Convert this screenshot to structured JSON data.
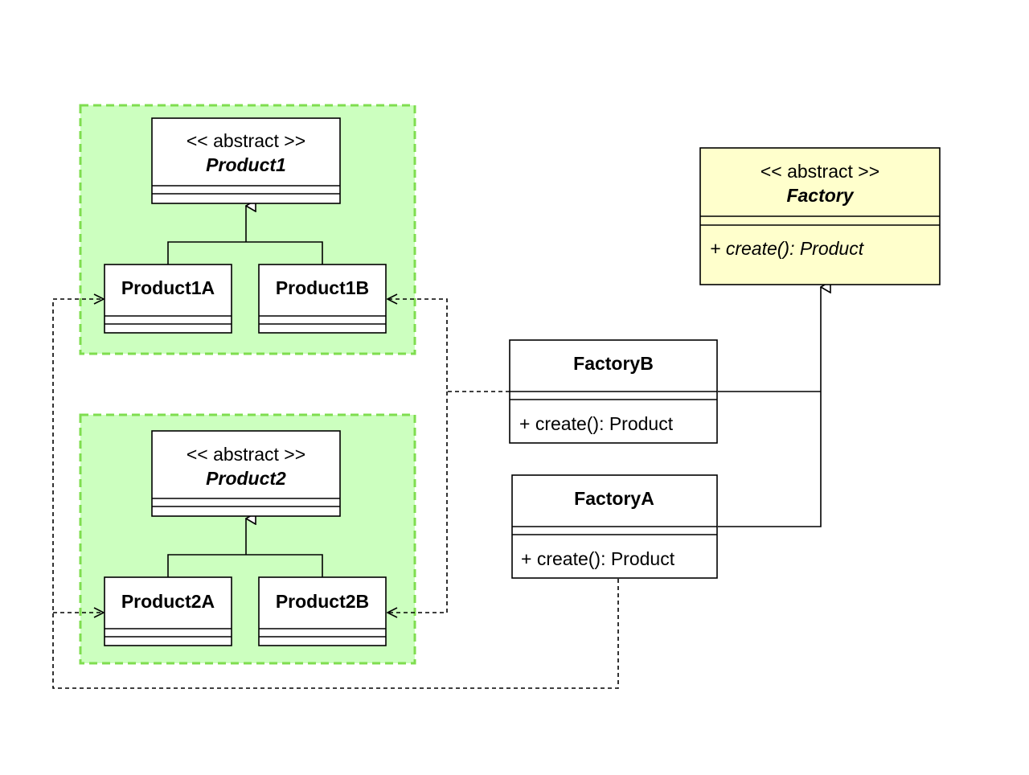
{
  "colors": {
    "group_fill": "#ccffbf",
    "group_stroke": "#7fdd4f",
    "abstract_factory_fill": "#ffffcc",
    "class_fill": "#ffffff",
    "stroke": "#000000"
  },
  "groups": [
    {
      "id": "product1-family"
    },
    {
      "id": "product2-family"
    }
  ],
  "classes": {
    "product1": {
      "stereotype": "<< abstract >>",
      "name": "Product1",
      "abstract": true
    },
    "product1a": {
      "name": "Product1A"
    },
    "product1b": {
      "name": "Product1B"
    },
    "product2": {
      "stereotype": "<< abstract >>",
      "name": "Product2",
      "abstract": true
    },
    "product2a": {
      "name": "Product2A"
    },
    "product2b": {
      "name": "Product2B"
    },
    "factory": {
      "stereotype": "<< abstract >>",
      "name": "Factory",
      "abstract": true,
      "method": "+ create(): Product"
    },
    "factoryb": {
      "name": "FactoryB",
      "method": "+ create(): Product"
    },
    "factorya": {
      "name": "FactoryA",
      "method": "+ create(): Product"
    }
  },
  "relations": [
    {
      "type": "generalization",
      "from": "Product1A",
      "to": "Product1"
    },
    {
      "type": "generalization",
      "from": "Product1B",
      "to": "Product1"
    },
    {
      "type": "generalization",
      "from": "Product2A",
      "to": "Product2"
    },
    {
      "type": "generalization",
      "from": "Product2B",
      "to": "Product2"
    },
    {
      "type": "generalization",
      "from": "FactoryA",
      "to": "Factory"
    },
    {
      "type": "generalization",
      "from": "FactoryB",
      "to": "Factory"
    },
    {
      "type": "dependency",
      "from": "FactoryB",
      "to": "Product1B"
    },
    {
      "type": "dependency",
      "from": "FactoryB",
      "to": "Product2B"
    },
    {
      "type": "dependency",
      "from": "FactoryA",
      "to": "Product1A"
    },
    {
      "type": "dependency",
      "from": "FactoryA",
      "to": "Product2A"
    }
  ]
}
